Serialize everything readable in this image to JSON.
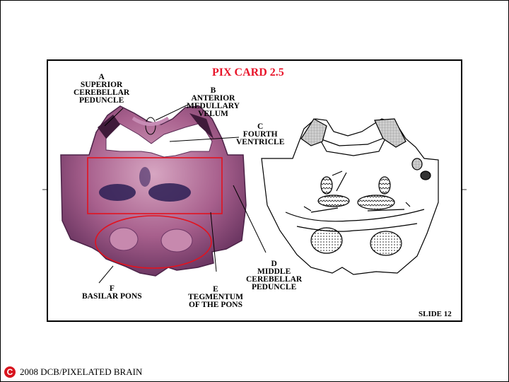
{
  "title": "PIX CARD 2.5",
  "slide_label": "SLIDE 12",
  "labels": {
    "a": [
      "A",
      "SUPERIOR",
      "CEREBELLAR",
      "PEDUNCLE"
    ],
    "b": [
      "B",
      "ANTERIOR",
      "MEDULLARY",
      "VELUM"
    ],
    "c": [
      "C",
      "FOURTH",
      "VENTRICLE"
    ],
    "d": [
      "D",
      "MIDDLE",
      "CEREBELLAR",
      "PEDUNCLE"
    ],
    "e": [
      "E",
      "TEGMENTUM",
      "OF THE PONS"
    ],
    "f": [
      "F",
      "BASILAR PONS"
    ]
  },
  "footer": {
    "symbol": "C",
    "text": "2008  DCB/PIXELATED BRAIN"
  },
  "colors": {
    "title": "#e8162b",
    "highlight": "#e3121e",
    "tissue": "#9a4f7c",
    "copyright": "#d8141e"
  }
}
